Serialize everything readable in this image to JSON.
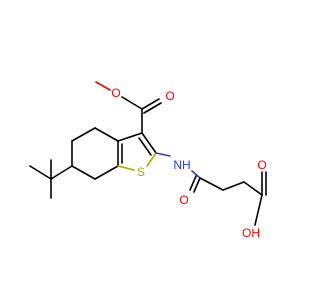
{
  "colors": {
    "carbon": "#000000",
    "oxygen": "#ff0000",
    "nitrogen": "#2a3dcc",
    "sulfur": "#b5a600",
    "background": "#ffffff"
  },
  "atoms": {
    "o_ester_carbonyl": {
      "label": "O",
      "element": "oxygen"
    },
    "o_ester_ether": {
      "label": "O",
      "element": "oxygen"
    },
    "nh_amide": {
      "label": "NH",
      "element": "nitrogen"
    },
    "s_thiophene": {
      "label": "S",
      "element": "sulfur"
    },
    "o_amide_carbonyl": {
      "label": "O",
      "element": "oxygen"
    },
    "o_acid_carbonyl": {
      "label": "O",
      "element": "oxygen"
    },
    "oh_acid": {
      "label": "OH",
      "element": "oxygen"
    }
  }
}
